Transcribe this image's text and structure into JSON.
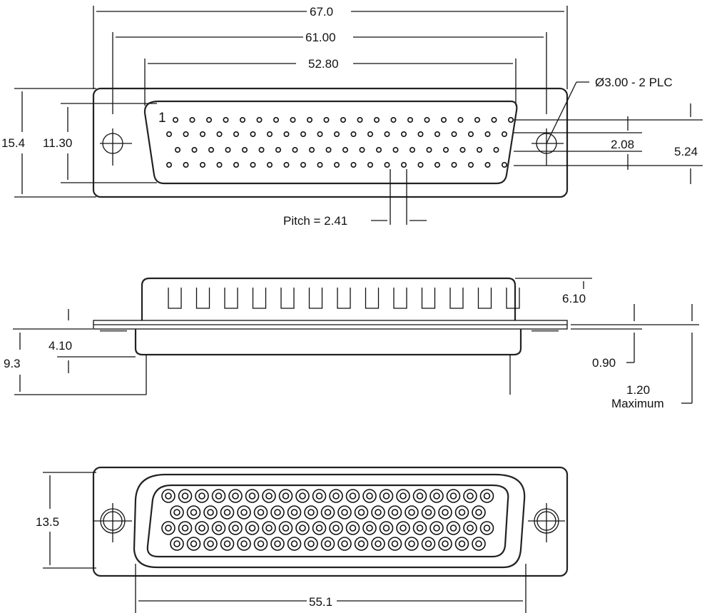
{
  "top_view": {
    "dim_overall": "67.0",
    "dim_mounting": "61.00",
    "dim_shell": "52.80",
    "dim_height": "15.4",
    "dim_shell_height": "11.30",
    "dim_hole": "Ø3.00 - 2 PLC",
    "dim_row": "2.08",
    "dim_rows": "5.24",
    "pitch": "Pitch = 2.41",
    "pin1": "1"
  },
  "side_view": {
    "dim_shell_height": "6.10",
    "dim_flange": "4.10",
    "dim_total": "9.3",
    "dim_thickness": "0.90",
    "dim_max": "1.20",
    "dim_max_label": "Maximum"
  },
  "bottom_view": {
    "dim_height": "13.5",
    "dim_width": "55.1"
  }
}
